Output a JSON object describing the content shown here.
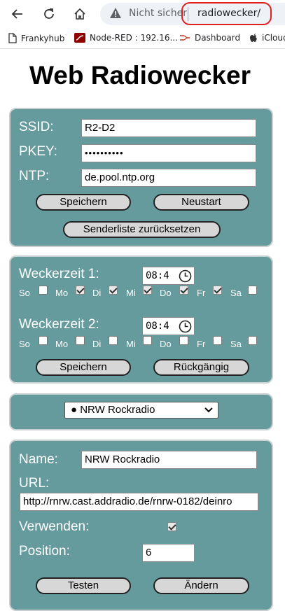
{
  "browser": {
    "security_label": "Nicht sicher",
    "url": "radiowecker/",
    "bookmarks": [
      "Frankyhub",
      "Node-RED : 192.16...",
      "Dashboard",
      "iCloud"
    ]
  },
  "page": {
    "title": "Web Radiowecker"
  },
  "network": {
    "ssid_label": "SSID:",
    "ssid_value": "R2-D2",
    "pkey_label": "PKEY:",
    "pkey_value": "••••••••••",
    "ntp_label": "NTP:",
    "ntp_value": "de.pool.ntp.org",
    "save_label": "Speichern",
    "restart_label": "Neustart",
    "reset_label": "Senderliste zurücksetzen"
  },
  "alarms": {
    "alarm1_label": "Weckerzeit 1:",
    "alarm1_time": "08:4",
    "alarm2_label": "Weckerzeit 2:",
    "alarm2_time": "08:4",
    "days": [
      "So",
      "Mo",
      "Di",
      "Mi",
      "Do",
      "Fr",
      "Sa"
    ],
    "alarm1_checked": [
      false,
      true,
      true,
      true,
      true,
      true,
      false
    ],
    "alarm2_checked": [
      false,
      false,
      false,
      false,
      false,
      false,
      false
    ],
    "save_label": "Speichern",
    "undo_label": "Rückgängig"
  },
  "station_select": {
    "selected": "● NRW Rockradio"
  },
  "station": {
    "name_label": "Name:",
    "name_value": "NRW Rockradio",
    "url_label": "URL:",
    "url_value": "http://rnrw.cast.addradio.de/rnrw-0182/deinro",
    "use_label": "Verwenden:",
    "use_checked": true,
    "position_label": "Position:",
    "position_value": "6",
    "test_label": "Testen",
    "change_label": "Ändern"
  }
}
